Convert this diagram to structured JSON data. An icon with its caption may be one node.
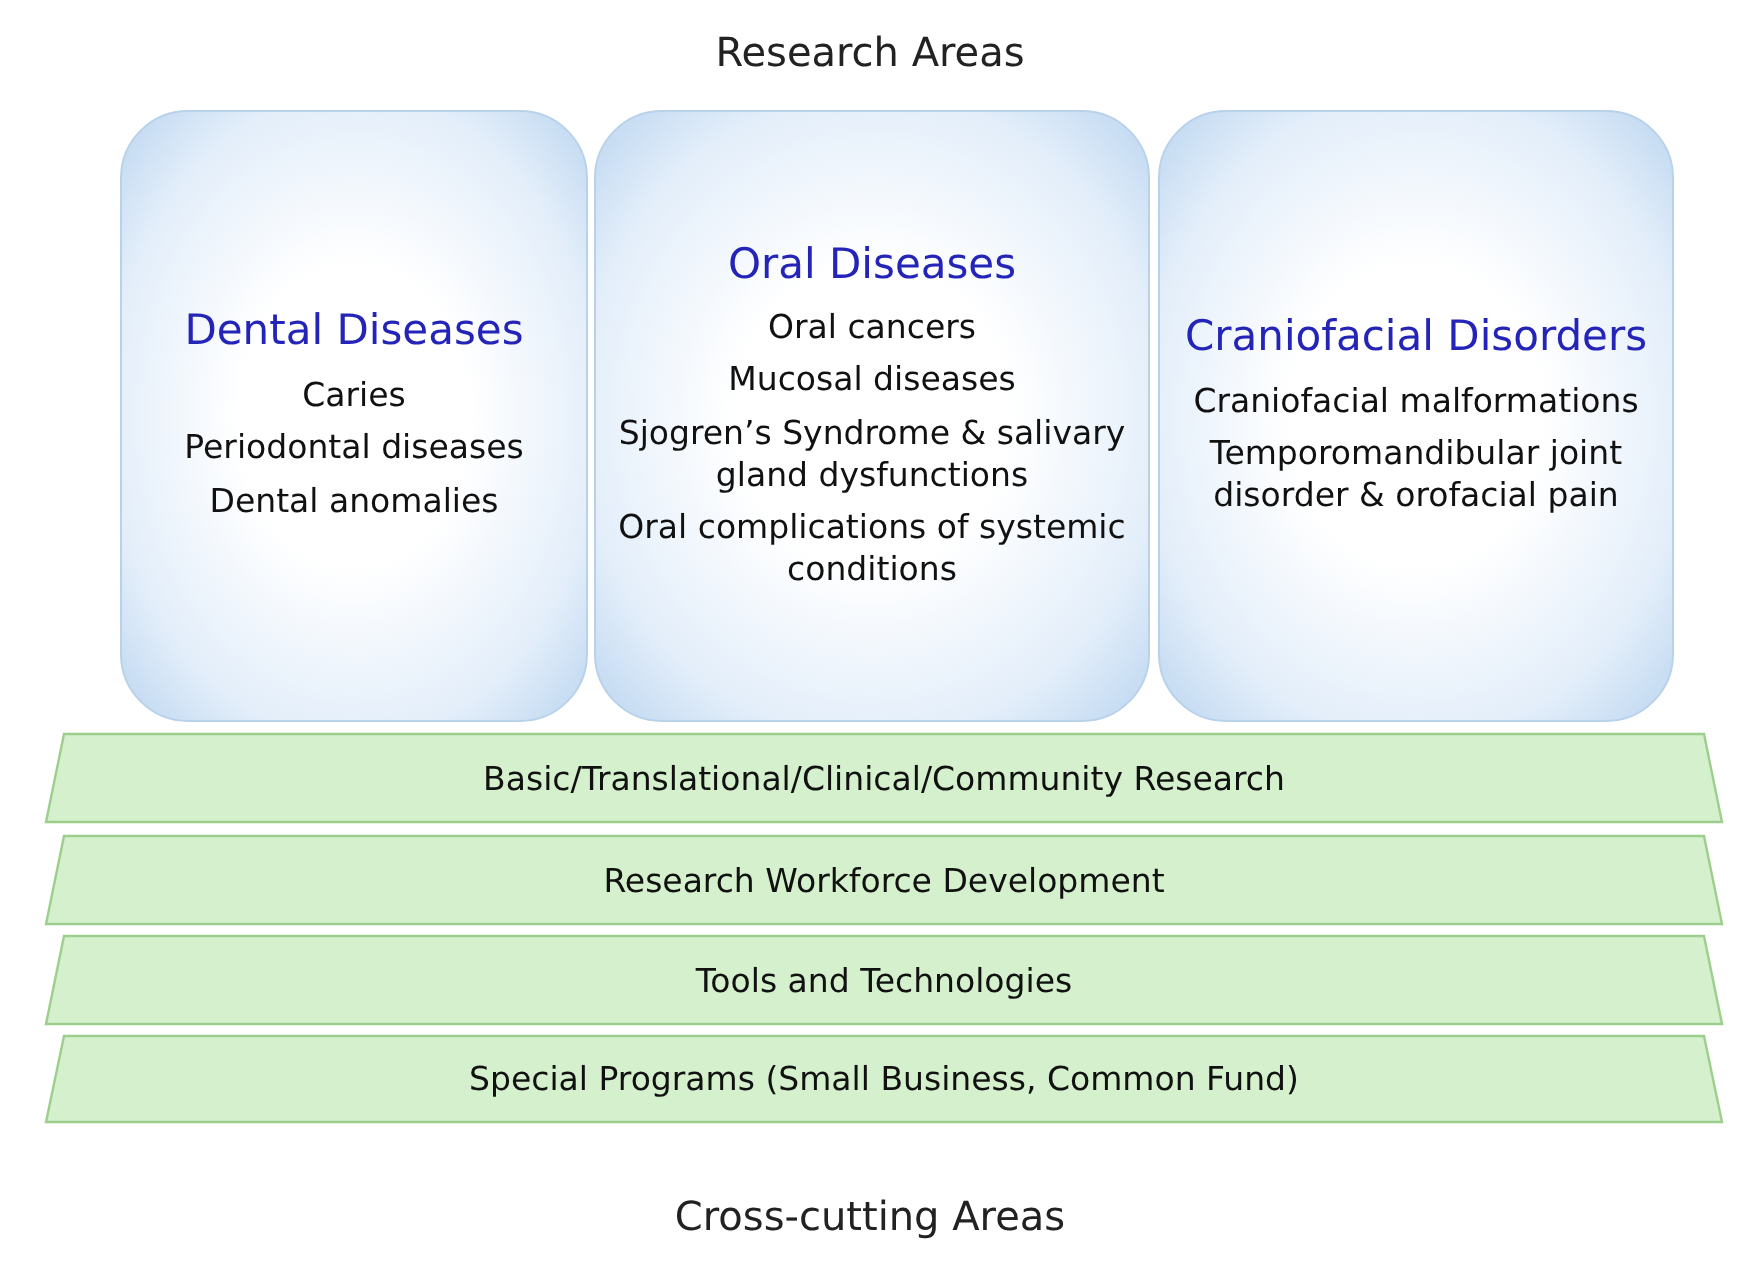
{
  "diagram": {
    "title": "Research Areas",
    "caption": "Cross-cutting Areas",
    "nodes": [
      {
        "text": [
          "Dental Diseases",
          "Caries",
          "Periodontal diseases",
          "Dental anomalies"
        ]
      },
      {
        "text": [
          "Oral Diseases",
          "Oral cancers",
          "Mucosal diseases",
          "Sjogren’s Syndrome & salivary gland dysfunctions",
          "Oral complications of systemic conditions"
        ]
      },
      {
        "text": [
          "Craniofacial Disorders",
          "Craniofacial malformations",
          "Temporomandibular joint disorder & orofacial pain"
        ]
      },
      {
        "text": [
          "Basic/Translational/Clinical/Community Research"
        ]
      },
      {
        "text": [
          "Research Workforce Development"
        ]
      },
      {
        "text": [
          "Tools and Technologies"
        ]
      },
      {
        "text": [
          "Special Programs (Small Business, Common Fund)"
        ]
      }
    ],
    "edges": []
  }
}
